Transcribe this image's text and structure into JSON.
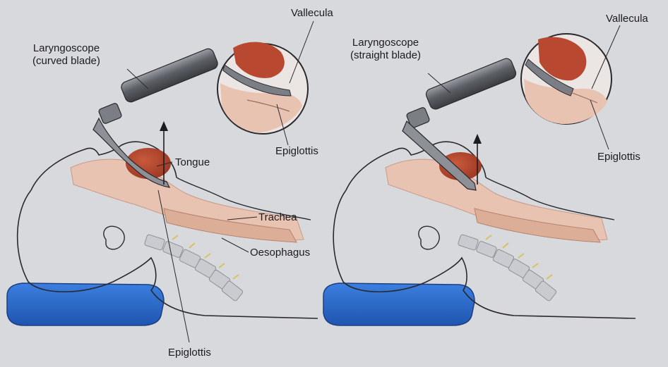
{
  "left_panel": {
    "laryngoscope_label_line1": "Laryngoscope",
    "laryngoscope_label_line2": "(curved blade)",
    "vallecula_label": "Vallecula",
    "epiglottis_inset_label": "Epiglottis",
    "tongue_label": "Tongue",
    "trachea_label": "Trachea",
    "oesophagus_label": "Oesophagus",
    "epiglottis_bottom_label": "Epiglottis"
  },
  "right_panel": {
    "laryngoscope_label_line1": "Laryngoscope",
    "laryngoscope_label_line2": "(straight blade)",
    "vallecula_label": "Vallecula",
    "epiglottis_label": "Epiglottis"
  },
  "colors": {
    "background": "#d8d9dd",
    "tongue": "#b8482f",
    "tissue": "#e8c3b2",
    "pillow": "#2f6fd1",
    "instrument": "#6b6e74",
    "outline": "#2a2a2e"
  }
}
